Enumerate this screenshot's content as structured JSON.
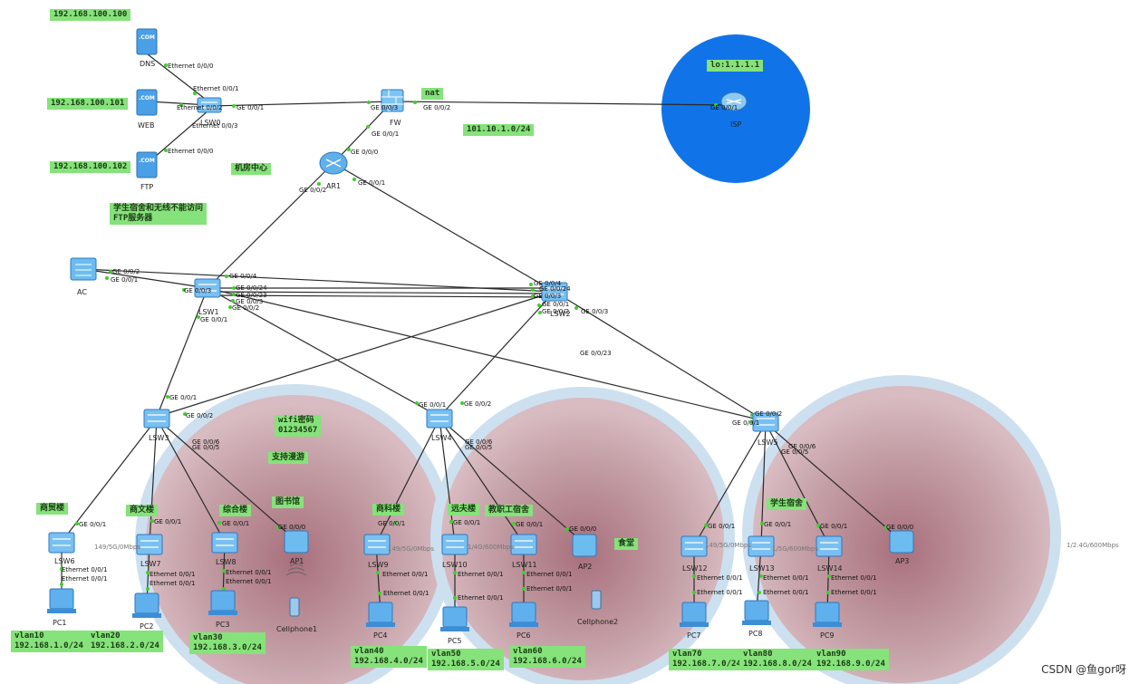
{
  "colors": {
    "link": "#222222",
    "port_dot": "#3fcf2a",
    "label_bg": "#86e27a",
    "isp_cloud": "#1173e8",
    "zone_fill": "#c9a2a8",
    "zone_ring": "#cfe1f0",
    "device": "#4a9fe0"
  },
  "top_labels": {
    "dns_ip": "192.168.100.100",
    "web_ip": "192.168.100.101",
    "ftp_ip": "192.168.100.102",
    "datacenter": "机房中心",
    "ftp_note": "学生宿舍和无线不能访问\nFTP服务器",
    "nat": "nat",
    "wan_net": "101.10.1.0/24",
    "loopback": "lo:1.1.1.1"
  },
  "zone_labels": {
    "wifi": "wifi密码\n01234567",
    "roam": "支持漫游",
    "library": "图书馆",
    "mall": "商贸楼",
    "culture": "商文楼",
    "complex": "综合楼",
    "scitech": "商科楼",
    "teacher": "远夫楼",
    "staff": "教职工宿舍",
    "canteen": "食堂",
    "dorm": "学生宿舍"
  },
  "bandwidth": {
    "a": "149/5G/0Mbps",
    "b": "149/5G/0Mbps",
    "c": "1/4G/600Mbps",
    "d": "149/5G/0Mbps",
    "e": "1/5G/600Mbps",
    "f": "1/2.4G/600Mbps"
  },
  "vlans": [
    {
      "name": "vlan10",
      "net": "192.168.1.0/24"
    },
    {
      "name": "vlan20",
      "net": "192.168.2.0/24"
    },
    {
      "name": "vlan30",
      "net": "192.168.3.0/24"
    },
    {
      "name": "vlan40",
      "net": "192.168.4.0/24"
    },
    {
      "name": "vlan50",
      "net": "192.168.5.0/24"
    },
    {
      "name": "vlan60",
      "net": "192.168.6.0/24"
    },
    {
      "name": "vlan70",
      "net": "192.168.7.0/24"
    },
    {
      "name": "vlan80",
      "net": "192.168.8.0/24"
    },
    {
      "name": "vlan90",
      "net": "192.168.9.0/24"
    }
  ],
  "devices": {
    "dns": "DNS",
    "web": "WEB",
    "ftp": "FTP",
    "lsw0": "LSW0",
    "fw": "FW",
    "isp": "ISP",
    "ar1": "AR1",
    "ac": "AC",
    "lsw1": "LSW1",
    "lsw2": "LSW2",
    "lsw3": "LSW3",
    "lsw4": "LSW4",
    "lsw5": "LSW5",
    "lsw6": "LSW6",
    "lsw7": "LSW7",
    "lsw8": "LSW8",
    "lsw9": "LSW9",
    "lsw10": "LSW10",
    "lsw11": "LSW11",
    "lsw12": "LSW12",
    "lsw13": "LSW13",
    "lsw14": "LSW14",
    "ap1": "AP1",
    "ap2": "AP2",
    "ap3": "AP3",
    "pc1": "PC1",
    "pc2": "PC2",
    "pc3": "PC3",
    "pc4": "PC4",
    "pc5": "PC5",
    "pc6": "PC6",
    "pc7": "PC7",
    "pc8": "PC8",
    "pc9": "PC9",
    "cell1": "Cellphone1",
    "cell2": "Cellphone2"
  },
  "ports": {
    "e000": "Ethernet 0/0/0",
    "e001": "Ethernet 0/0/1",
    "e002": "Ethernet 0/0/2",
    "e003": "Ethernet 0/0/3",
    "g000": "GE 0/0/0",
    "g001": "GE 0/0/1",
    "g002": "GE 0/0/2",
    "g003": "GE 0/0/3",
    "g004": "GE 0/0/4",
    "g005": "GE 0/0/5",
    "g006": "GE 0/0/6",
    "g023": "GE 0/0/23",
    "g024": "GE 0/0/24"
  },
  "watermark": "CSDN @鱼gor呀"
}
